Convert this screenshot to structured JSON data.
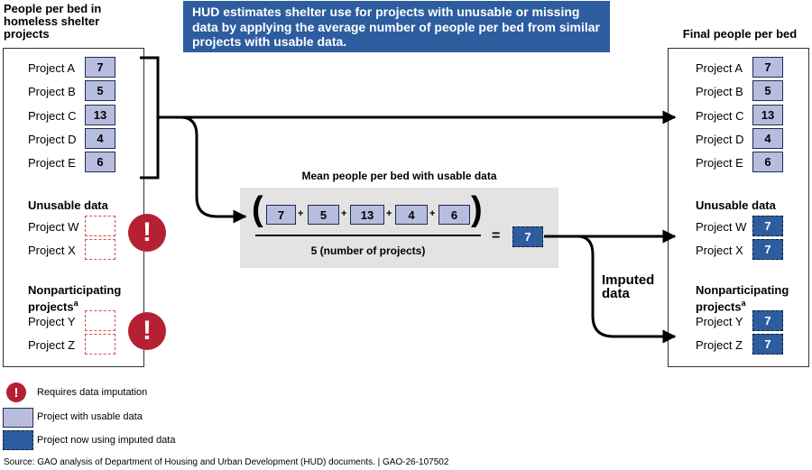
{
  "banner_text": "HUD estimates shelter use for projects with unusable or missing data by applying the average number of people per bed from similar projects with usable data.",
  "left_title": "People per bed in homeless shelter projects",
  "right_title": "Final people per bed",
  "projects": [
    {
      "label": "Project A",
      "value": "7"
    },
    {
      "label": "Project B",
      "value": "5"
    },
    {
      "label": "Project C",
      "value": "13"
    },
    {
      "label": "Project D",
      "value": "4"
    },
    {
      "label": "Project E",
      "value": "6"
    }
  ],
  "unusable": {
    "heading": "Unusable data",
    "projects": [
      "Project W",
      "Project X"
    ]
  },
  "nonparticipating": {
    "heading": "Nonparticipating projects",
    "footnote_marker": "a",
    "projects": [
      "Project Y",
      "Project Z"
    ]
  },
  "imputed_value": "7",
  "equation": {
    "heading": "Mean people per bed with usable data",
    "terms": [
      "7",
      "5",
      "13",
      "4",
      "6"
    ],
    "plus": "+",
    "open_paren": "(",
    "close_paren": ")",
    "denominator": "5 (number of projects)",
    "equals": "=",
    "result": "7"
  },
  "imputed_data_label": "Imputed data",
  "legend": {
    "alert_glyph": "!",
    "items": [
      {
        "icon": "alert-icon",
        "text": "Requires data imputation"
      },
      {
        "icon": "usable-swatch",
        "text": "Project with usable data"
      },
      {
        "icon": "imputed-swatch",
        "text": "Project now using imputed data"
      }
    ]
  },
  "source": "Source: GAO analysis of Department of Housing and Urban Development (HUD) documents.  |  GAO-26-107502",
  "colors": {
    "banner": "#2d5d9f",
    "usable_fill": "#b8bde0",
    "imputed_fill": "#2d5d9f",
    "alert": "#b52033",
    "equation_bg": "#e3e3e3"
  }
}
